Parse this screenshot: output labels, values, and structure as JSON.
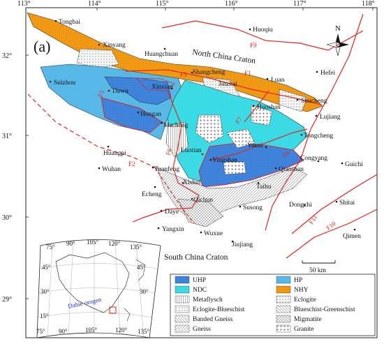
{
  "map": {
    "panel_label": "(a)",
    "north_label": "N",
    "lon_ticks": [
      "113°",
      "114°",
      "115°",
      "116°",
      "117°",
      "118°"
    ],
    "lat_ticks": [
      "32°",
      "31°",
      "30°",
      "29°"
    ],
    "scale_label": "50 km",
    "regions": {
      "north": "North China Craton",
      "south": "South China Craton"
    },
    "cities": {
      "tongbai": "Tongbai",
      "xinyang": "Xinyang",
      "huangchuan": "Huangchuan",
      "huoqiu": "Huoqiu",
      "suizhou": "Suizhou",
      "dawu": "Dawu",
      "xinxian": "Xinxian",
      "shangcheng": "Shangcheng",
      "jinzhai": "Jinzhai",
      "luan": "Luan",
      "hefei": "Hefei",
      "shucheng": "Shucheng",
      "hongan": "Hongan",
      "macheng": "Macheng",
      "huoshan": "Huoshan",
      "lujiang": "Lujiang",
      "tongcheng": "Tongcheng",
      "luotian": "Luotian",
      "yuexi": "Yuexi",
      "congyang": "Congyang",
      "huangpi": "Huangpi",
      "yingshan": "Yingshan",
      "wuhan": "Wuhan",
      "tuanfeng": "Tuanfeng",
      "qianshan": "Qianshan",
      "guichi": "Guichi",
      "xishui": "Xishui",
      "taihu": "Taihu",
      "echeng": "Echeng",
      "dongzhi": "Dongzhi",
      "shitai": "Shitai",
      "qichun": "Qichun",
      "susong": "Susong",
      "daye": "Daye",
      "yangxin": "Yangxin",
      "wuxue": "Wuxue",
      "qimen": "Qimen",
      "jiujiang": "Jiujiang"
    },
    "faults": [
      "F1",
      "F2",
      "F3",
      "F4",
      "F5",
      "F6",
      "F7",
      "F9",
      "F10",
      "F11"
    ]
  },
  "inset": {
    "label": "Dabie orogen",
    "lon_top": [
      "75°",
      "90°",
      "105°",
      "120°",
      "135°"
    ],
    "lon_bottom": [
      "75°",
      "90°",
      "105°",
      "120°",
      "135°"
    ],
    "lat_left": [
      "45°",
      "30°",
      "15°"
    ],
    "lat_right": [
      "45°",
      "30°"
    ]
  },
  "legend": {
    "items": [
      {
        "label": "UHP",
        "color": "#3f84dd"
      },
      {
        "label": "HP",
        "color": "#5cbcea"
      },
      {
        "label": "NDC",
        "color": "#3ee0ea"
      },
      {
        "label": "NHY",
        "color": "#f29a13"
      },
      {
        "label": "Metaflysch"
      },
      {
        "label": "Eclogite"
      },
      {
        "label": "Eclogite-Blueschist"
      },
      {
        "label": "Blueschist-Greenschist"
      },
      {
        "label": "Banded Gneiss"
      },
      {
        "label": "Migmatite"
      },
      {
        "label": "Gneiss"
      },
      {
        "label": "Granite"
      }
    ]
  },
  "colors": {
    "fault": "#e8231b",
    "uhp": "#3f84dd",
    "hp": "#5cbcea",
    "ndc": "#3ee0ea",
    "nhy": "#f29a13"
  }
}
